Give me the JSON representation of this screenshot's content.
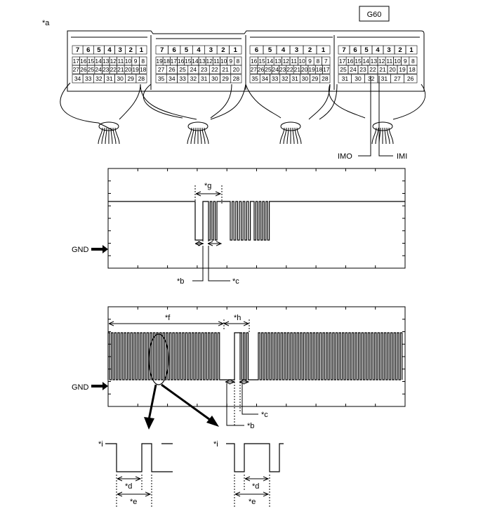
{
  "connector": {
    "ref_label": "*a",
    "id": "G60",
    "blocks": [
      {
        "row1": [
          "7",
          "6",
          "5",
          "4",
          "3",
          "2",
          "1"
        ],
        "row2": [
          "17",
          "16",
          "15",
          "14",
          "13",
          "12",
          "11",
          "10",
          "9",
          "8"
        ],
        "row3": [
          "27",
          "26",
          "25",
          "24",
          "23",
          "22",
          "21",
          "20",
          "19",
          "18"
        ],
        "row4": [
          "34",
          "33",
          "32",
          "31",
          "30",
          "29",
          "28"
        ]
      },
      {
        "row1": [
          "7",
          "6",
          "5",
          "4",
          "3",
          "2",
          "1"
        ],
        "row2": [
          "19",
          "18",
          "17",
          "16",
          "15",
          "14",
          "13",
          "12",
          "11",
          "10",
          "9",
          "8"
        ],
        "row3": [
          "27",
          "26",
          "25",
          "24",
          "23",
          "22",
          "21",
          "20"
        ],
        "row4": [
          "35",
          "34",
          "33",
          "32",
          "31",
          "30",
          "29",
          "28"
        ]
      },
      {
        "row1": [
          "6",
          "5",
          "4",
          "3",
          "2",
          "1"
        ],
        "row2": [
          "16",
          "15",
          "14",
          "13",
          "12",
          "11",
          "10",
          "9",
          "8",
          "7"
        ],
        "row3": [
          "27",
          "26",
          "25",
          "24",
          "23",
          "22",
          "21",
          "20",
          "19",
          "18",
          "17"
        ],
        "row4": [
          "35",
          "34",
          "33",
          "32",
          "31",
          "30",
          "29",
          "28"
        ]
      },
      {
        "row1": [
          "7",
          "6",
          "5",
          "4",
          "3",
          "2",
          "1"
        ],
        "row2": [
          "17",
          "16",
          "15",
          "14",
          "13",
          "12",
          "11",
          "10",
          "9",
          "8"
        ],
        "row3": [
          "25",
          "24",
          "23",
          "22",
          "21",
          "20",
          "19",
          "18"
        ],
        "row4": [
          "31",
          "30",
          "32",
          "31",
          "27",
          "26"
        ]
      }
    ],
    "wire_labels": {
      "imo": "IMO",
      "imi": "IMI"
    }
  },
  "waveform1": {
    "gnd": "GND",
    "labels": {
      "g": "*g",
      "b": "*b",
      "c": "*c"
    }
  },
  "waveform2": {
    "gnd": "GND",
    "labels": {
      "f": "*f",
      "h": "*h",
      "b": "*b",
      "c": "*c"
    }
  },
  "details": [
    {
      "i": "*i",
      "d": "*d",
      "e": "*e"
    },
    {
      "i": "*i",
      "d": "*d",
      "e": "*e"
    }
  ]
}
